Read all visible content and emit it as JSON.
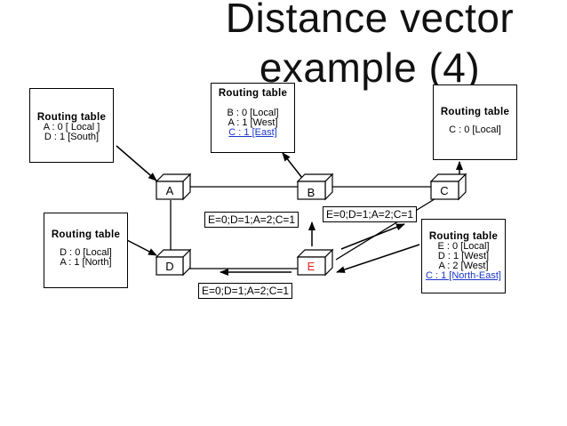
{
  "title": {
    "line1": "Distance vector",
    "line2": "example (4)"
  },
  "nodes": {
    "A": "A",
    "B": "B",
    "C": "C",
    "D": "D",
    "E": "E"
  },
  "colors": {
    "node_E_label": "#e8231f",
    "link_text": "#1a34c8"
  },
  "routing_tables": {
    "A": {
      "header": "Routing table",
      "lines": [
        "A : 0 [ Local ]",
        "D : 1 [South]"
      ]
    },
    "B": {
      "header": "Routing table",
      "lines": [
        "B : 0 [Local]",
        "A : 1 [West]",
        "C : 1 [East]"
      ]
    },
    "C": {
      "header": "Routing table",
      "lines": [
        "C : 0 [Local]"
      ]
    },
    "D": {
      "header": "Routing table",
      "lines": [
        "D : 0 [Local]",
        "A : 1 [North]"
      ]
    },
    "E": {
      "header": "Routing table",
      "lines": [
        "E : 0 [Local]",
        "D : 1 [West]",
        "A : 2 [West]",
        "C : 1 [North-East]"
      ]
    }
  },
  "messages": {
    "to_B": "E=0;D=1;A=2;C=1",
    "to_C": "E=0;D=1;A=2;C=1",
    "to_D": "E=0;D=1;A=2;C=1"
  }
}
